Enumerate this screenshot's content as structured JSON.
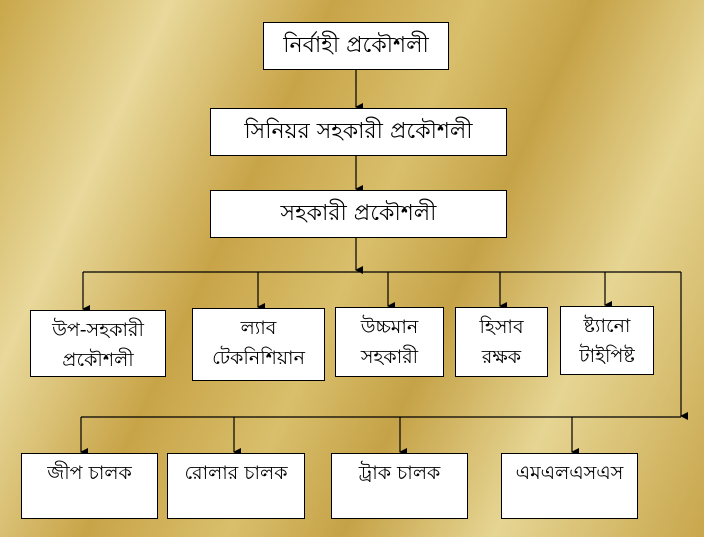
{
  "title": "নির্বাহী প্রকৌশলী",
  "level2": "সিনিয়র সহকারী প্রকৌশলী",
  "level3": "সহকারী প্রকৌশলী",
  "row1": [
    {
      "line1": "উপ-সহকারী",
      "line2": "প্রকৌশলী"
    },
    {
      "line1": "ল্যাব",
      "line2": "টেকনিশিয়ান"
    },
    {
      "line1": "উচ্চমান",
      "line2": "সহকারী"
    },
    {
      "line1": "হিসাব",
      "line2": "রক্ষক"
    },
    {
      "line1": "ষ্ট্যানো",
      "line2": "টাইপিষ্ট"
    }
  ],
  "row2": [
    {
      "line1": "জীপ চালক"
    },
    {
      "line1": "রোলার চালক"
    },
    {
      "line1": "ট্রাক চালক"
    },
    {
      "line1": "এমএলএসএস"
    }
  ]
}
